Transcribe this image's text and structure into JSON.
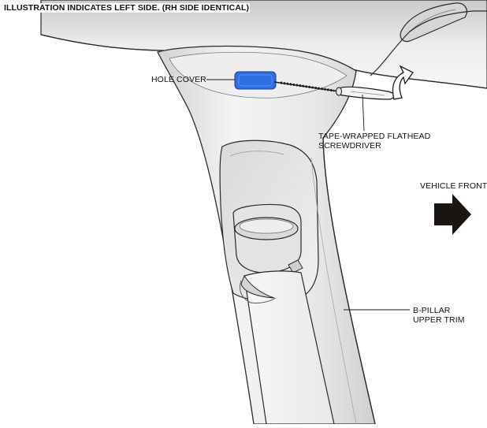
{
  "header": {
    "note": "ILLUSTRATION INDICATES LEFT SIDE. (RH SIDE IDENTICAL)"
  },
  "callouts": {
    "hole_cover": "HOLE COVER",
    "screwdriver_line1": "TAPE-WRAPPED FLATHEAD",
    "screwdriver_line2": "SCREWDRIVER",
    "vehicle_front": "VEHICLE FRONT",
    "b_pillar_line1": "B-PILLAR",
    "b_pillar_line2": "UPPER TRIM"
  },
  "colors": {
    "hole_cover_fill": "#2f6fe6",
    "trim_light": "#f2f2f2",
    "trim_mid": "#dcdcdc",
    "trim_dark": "#bdbdbd",
    "outline": "#2a2a2a",
    "arrow": "#1a1412"
  },
  "icons": {
    "direction": "vehicle-front-arrow-icon",
    "motion": "curved-pry-arrow-icon"
  }
}
